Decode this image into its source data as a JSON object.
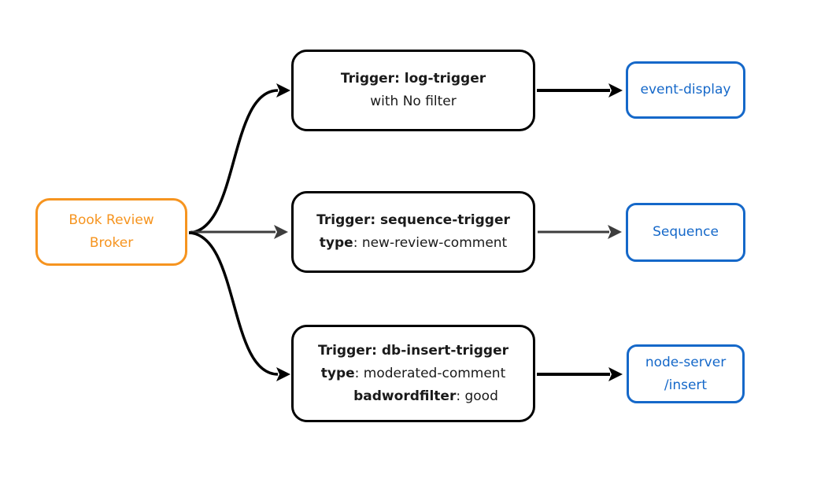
{
  "colors": {
    "broker_orange": "#F6941F",
    "sink_blue": "#1568C9",
    "edge_black": "#000000",
    "edge_gray": "#3D3D3D",
    "trigger_text": "#1a1a1a",
    "background": "#ffffff"
  },
  "broker": {
    "line1": "Book Review",
    "line2": "Broker"
  },
  "rows": [
    {
      "trigger_title": "Trigger: log-trigger",
      "lines": [
        {
          "bold": "",
          "text": "with No filter"
        }
      ],
      "target_lines": [
        "event-display"
      ]
    },
    {
      "trigger_title": "Trigger: sequence-trigger",
      "lines": [
        {
          "bold": "type",
          "text": ": new-review-comment"
        }
      ],
      "target_lines": [
        "Sequence"
      ]
    },
    {
      "trigger_title": "Trigger: db-insert-trigger",
      "lines": [
        {
          "bold": "type",
          "text": ": moderated-comment"
        },
        {
          "bold": "badwordfilter",
          "text": ": good"
        }
      ],
      "target_lines": [
        "node-server",
        "/insert"
      ]
    }
  ],
  "edges": [
    {
      "from": "Book Review Broker",
      "to": "Trigger: log-trigger"
    },
    {
      "from": "Book Review Broker",
      "to": "Trigger: sequence-trigger"
    },
    {
      "from": "Book Review Broker",
      "to": "Trigger: db-insert-trigger"
    },
    {
      "from": "Trigger: log-trigger",
      "to": "event-display"
    },
    {
      "from": "Trigger: sequence-trigger",
      "to": "Sequence"
    },
    {
      "from": "Trigger: db-insert-trigger",
      "to": "node-server /insert"
    }
  ]
}
